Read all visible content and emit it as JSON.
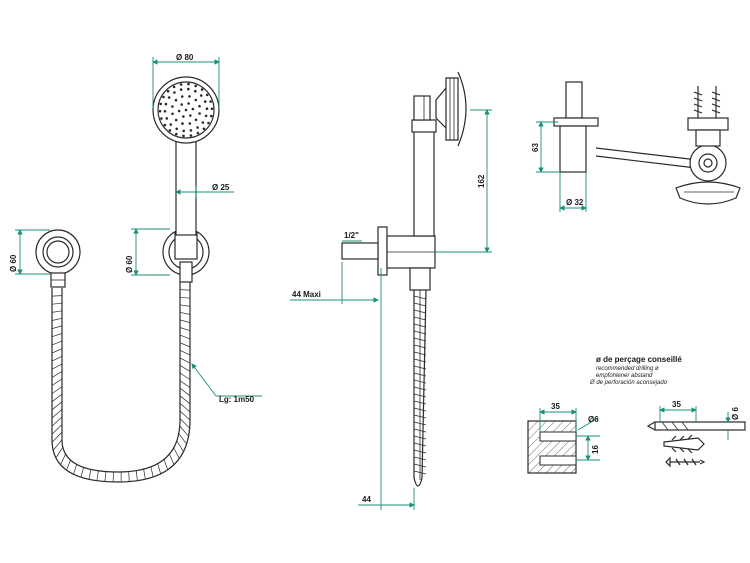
{
  "dimensions": {
    "head_diameter": "Ø 80",
    "handle_diameter": "Ø 25",
    "wall_elbow_diameter": "Ø 60",
    "holder_diameter": "Ø 60",
    "hose_length": "Lg: 1m50",
    "thread": "1/2\"",
    "offset_max": "44  Maxi",
    "height": "162",
    "bottom_offset": "44",
    "rear_height": "63",
    "rear_diameter": "Ø 32",
    "drill_depth_left": "35",
    "drill_diameter_left": "Ø6",
    "drill_spacing": "16",
    "drill_depth_right": "35",
    "drill_diameter_right": "Ø 6"
  },
  "drilling_note": {
    "title": "ø de perçage conseillé",
    "line_en": "recommended drilling ø",
    "line_de": "empfohlener abstand",
    "line_es": "Ø de perforación aconsejado"
  },
  "colors": {
    "line": "#2a2a2a",
    "dimension": "#1a8f7a",
    "text": "#1a1a1a"
  }
}
